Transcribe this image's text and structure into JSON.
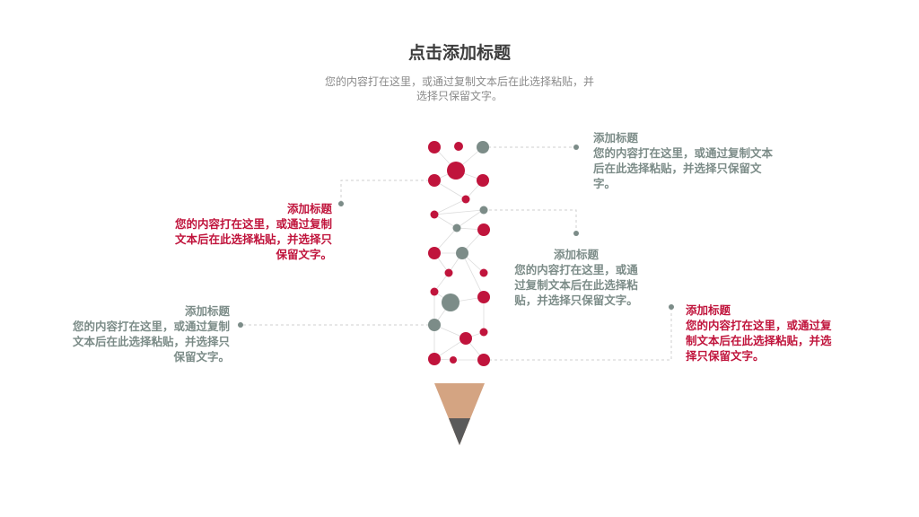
{
  "header": {
    "title": "点击添加标题",
    "subtitle": "您的内容打在这里，或通过复制文本后在此选择粘贴，并选择只保留文字。"
  },
  "callouts": [
    {
      "id": "top-right",
      "title": "添加标题",
      "body": "您的内容打在这里，或通过复制文本后在此选择粘贴，并选择只保留文字。",
      "color": "#7c8c88"
    },
    {
      "id": "upper-left",
      "title": "添加标题",
      "body": "您的内容打在这里，或通过复制文本后在此选择粘贴，并选择只保留文字。",
      "color": "#c0143c"
    },
    {
      "id": "middle-right",
      "title": "添加标题",
      "body": "您的内容打在这里，或通过复制文本后在此选择粘贴，并选择只保留文字。",
      "color": "#7c8c88"
    },
    {
      "id": "lower-left",
      "title": "添加标题",
      "body": "您的内容打在这里，或通过复制文本后在此选择粘贴，并选择只保留文字。",
      "color": "#7c8c88"
    },
    {
      "id": "lower-right",
      "title": "添加标题",
      "body": "您的内容打在这里，或通过复制文本后在此选择粘贴，并选择只保留文字。",
      "color": "#c0143c"
    }
  ],
  "colors": {
    "accent": "#c0143c",
    "secondary": "#7c8c88",
    "pencil_wood": "#d4a482",
    "pencil_lead": "#5a5a5a"
  }
}
